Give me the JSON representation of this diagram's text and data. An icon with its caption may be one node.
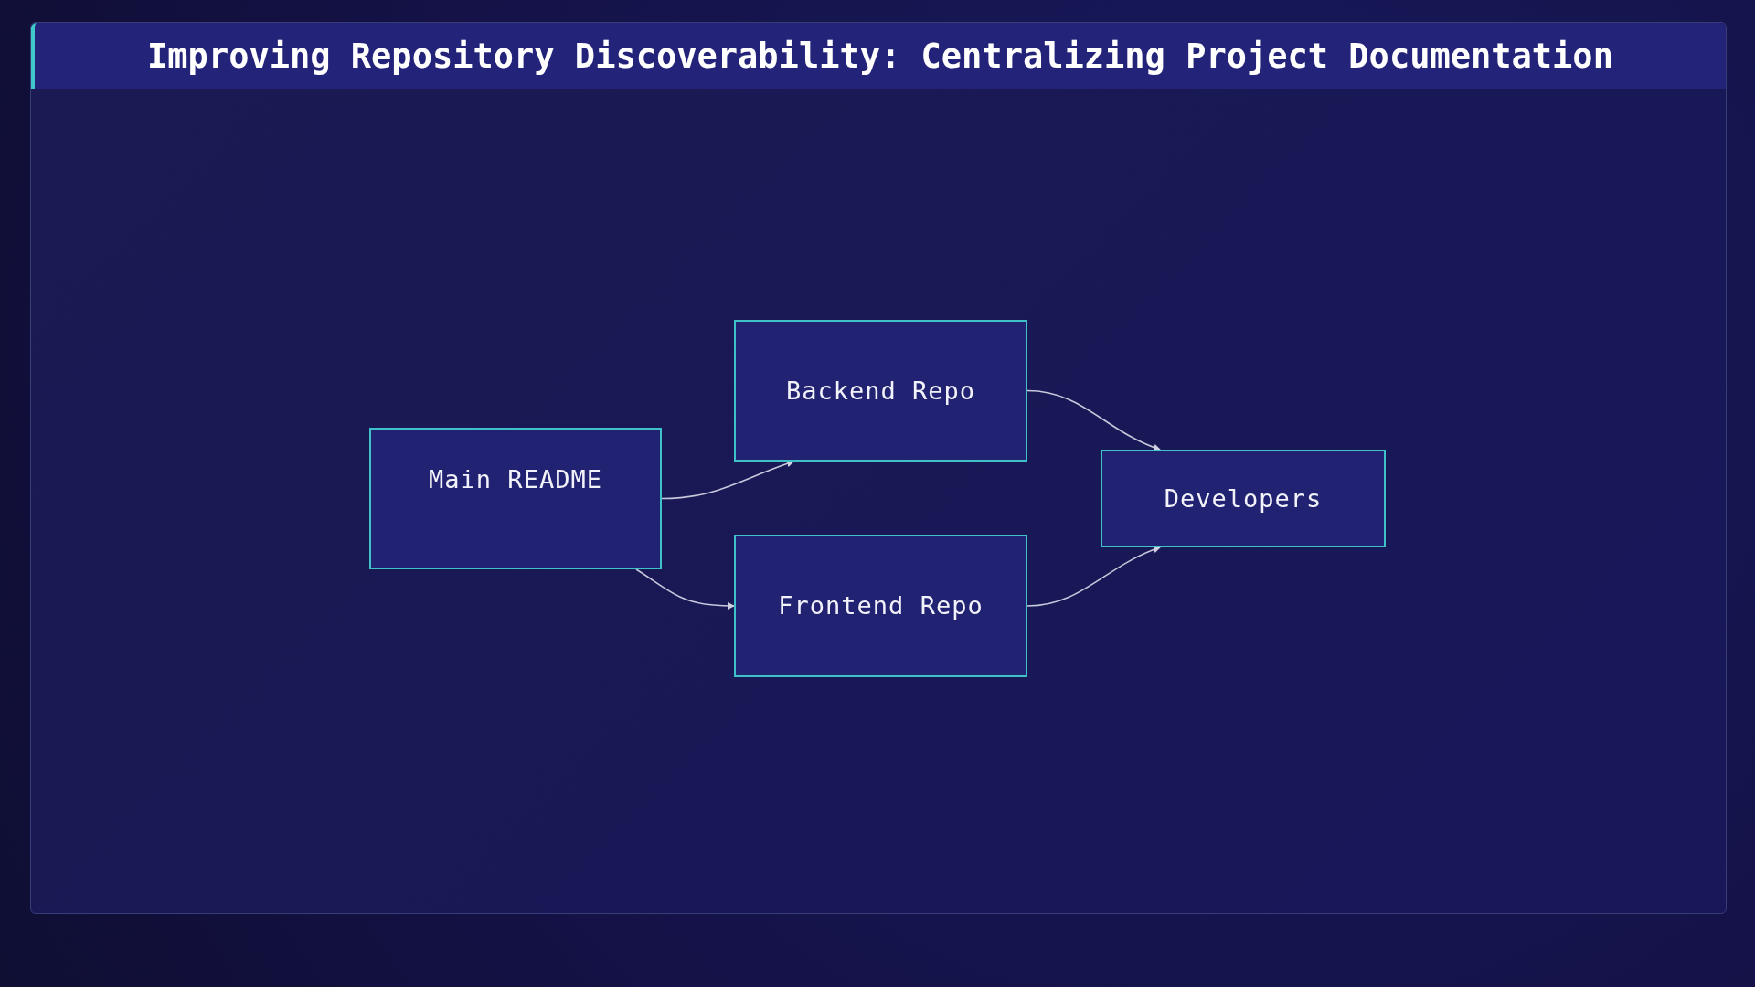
{
  "diagram": {
    "title": "Improving Repository Discoverability: Centralizing Project Documentation",
    "nodes": [
      {
        "text": [
          "Main README"
        ]
      },
      {
        "text": [
          "Backend Repo"
        ]
      },
      {
        "text": [
          "Frontend Repo"
        ]
      },
      {
        "text": [
          "Developers"
        ]
      }
    ],
    "edges": [
      {
        "from": 0,
        "to": 1,
        "arrow": "to"
      },
      {
        "from": 0,
        "to": 2,
        "arrow": "to"
      },
      {
        "from": 1,
        "to": 3,
        "arrow": "to"
      },
      {
        "from": 2,
        "to": 3,
        "arrow": "to"
      }
    ]
  }
}
